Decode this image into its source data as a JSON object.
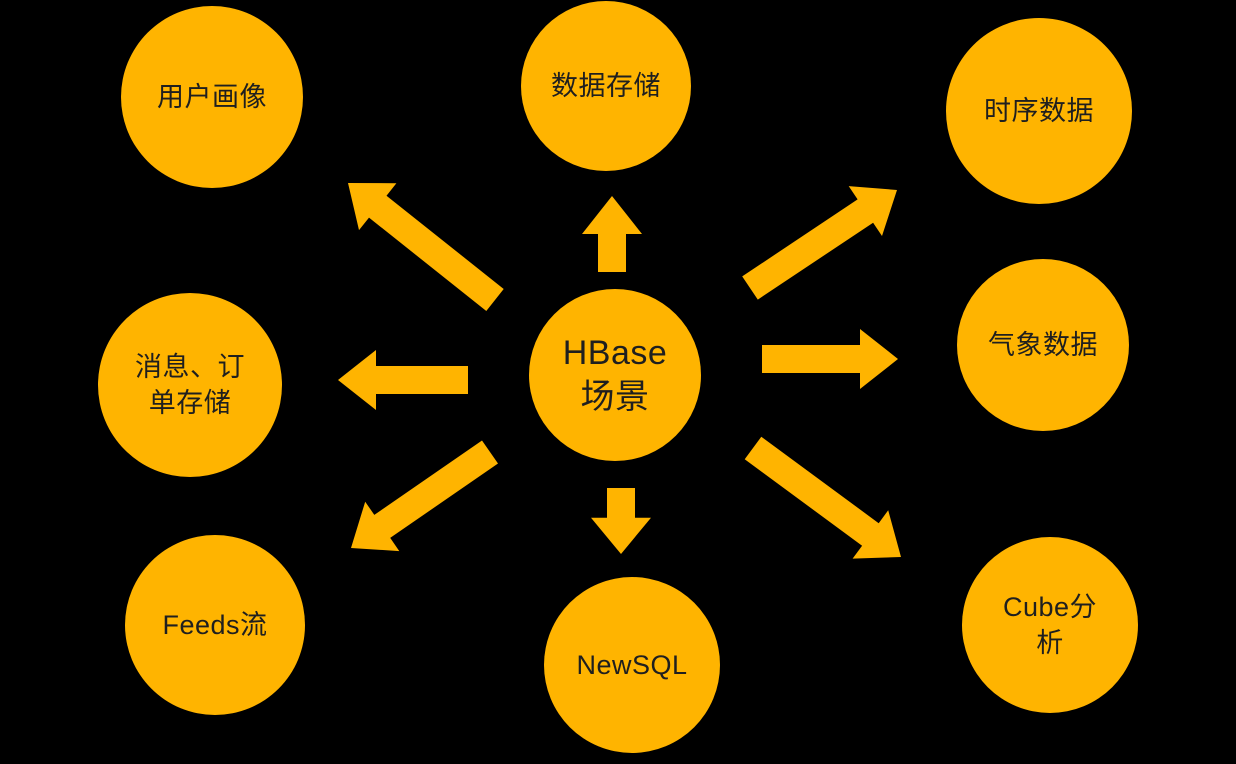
{
  "colors": {
    "background": "#000000",
    "accent": "#FFB400",
    "text": "#1F1F1F"
  },
  "center": {
    "label": "HBase\n场景"
  },
  "nodes": [
    {
      "id": "user-portrait",
      "label": "用户画像"
    },
    {
      "id": "data-storage",
      "label": "数据存储"
    },
    {
      "id": "time-series",
      "label": "时序数据"
    },
    {
      "id": "message-order",
      "label": "消息、订\n单存储"
    },
    {
      "id": "weather-data",
      "label": "气象数据"
    },
    {
      "id": "feeds-stream",
      "label": "Feeds流"
    },
    {
      "id": "newsql",
      "label": "NewSQL"
    },
    {
      "id": "cube-analysis",
      "label": "Cube分\n析"
    }
  ]
}
